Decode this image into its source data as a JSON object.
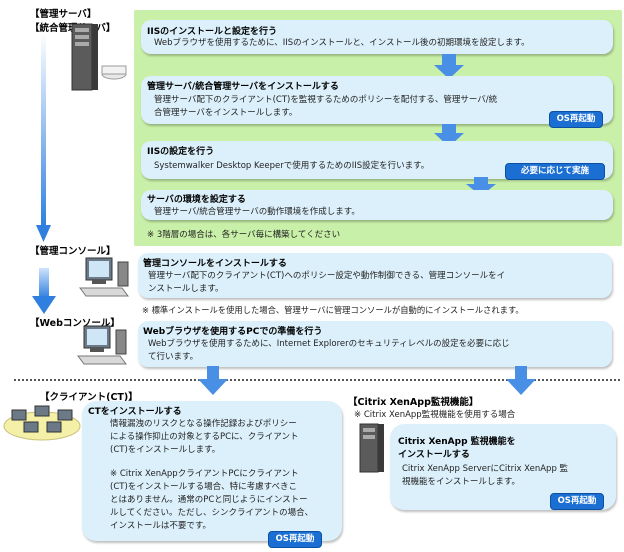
{
  "roles": {
    "management_server": "【管理サーバ】",
    "integrated_server": "【統合管理サーバ】",
    "management_console": "【管理コンソール】",
    "web_console": "【Webコンソール】",
    "client": "【クライアント(CT)】",
    "citrix": "【Citrix XenApp監視機能】"
  },
  "steps": {
    "iis_install": {
      "title": "IISのインストールと設定を行う",
      "desc": "Webブラウザを使用するために、IISのインストールと、インストール後の初期環境を設定します。"
    },
    "server_install": {
      "title": "管理サーバ/統合管理サーバをインストールする",
      "desc1": "管理サーバ配下のクライアント(CT)を監視するためのポリシーを配付する、管理サーバ/統",
      "desc2": "合管理サーバをインストールします。",
      "badge": "OS再起動"
    },
    "iis_config": {
      "title": "IISの設定を行う",
      "desc": "Systemwalker Desktop Keeperで使用するためのIIS設定を行います。",
      "badge": "必要に応じて実施"
    },
    "server_env": {
      "title": "サーバの環境を設定する",
      "desc": "管理サーバ/統合管理サーバの動作環境を作成します。"
    },
    "server_note": "※ 3階層の場合は、各サーバ毎に構築してください",
    "console_install": {
      "title": "管理コンソールをインストールする",
      "desc1": "管理サーバ配下のクライアント(CT)へのポリシー設定や動作制御できる、管理コンソールをイ",
      "desc2": "ンストールします。"
    },
    "console_note": "※ 標準インストールを使用した場合、管理サーバに管理コンソールが自動的にインストールされます。",
    "web_prepare": {
      "title": "Webブラウザを使用するPCでの準備を行う",
      "desc1": "Webブラウザを使用するために、Internet Explorerのセキュリティレベルの設定を必要に応じ",
      "desc2": "て行います。"
    },
    "ct_install": {
      "title": "CTをインストールする",
      "desc1": "情報漏洩のリスクとなる操作記録およびポリシー",
      "desc2": "による操作抑止の対象とするPCに、クライアント",
      "desc3": "(CT)をインストールします。",
      "note1": "※ Citrix XenAppクライアントPCにクライアント",
      "note2": "(CT)をインストールする場合、特に考慮すべきこ",
      "note3": "とはありません。通常のPCと同じようにインストー",
      "note4": "ルしてください。ただし、シンクライアントの場合、",
      "note5": "インストールは不要です。",
      "badge": "OS再起動"
    },
    "citrix_note": "※ Citrix XenApp監視機能を使用する場合",
    "citrix_install": {
      "title1": "Citrix XenApp 監視機能を",
      "title2": "インストールする",
      "desc1": "Citrix XenApp ServerにCitrix XenApp 監",
      "desc2": "視機能をインストールします。",
      "badge": "OS再起動"
    }
  },
  "colors": {
    "green_panel": "#c9f0a8",
    "step_box": "#dcf0fb",
    "arrow_blue": "#2f7fe0",
    "badge_blue": "#1b6fd3"
  }
}
